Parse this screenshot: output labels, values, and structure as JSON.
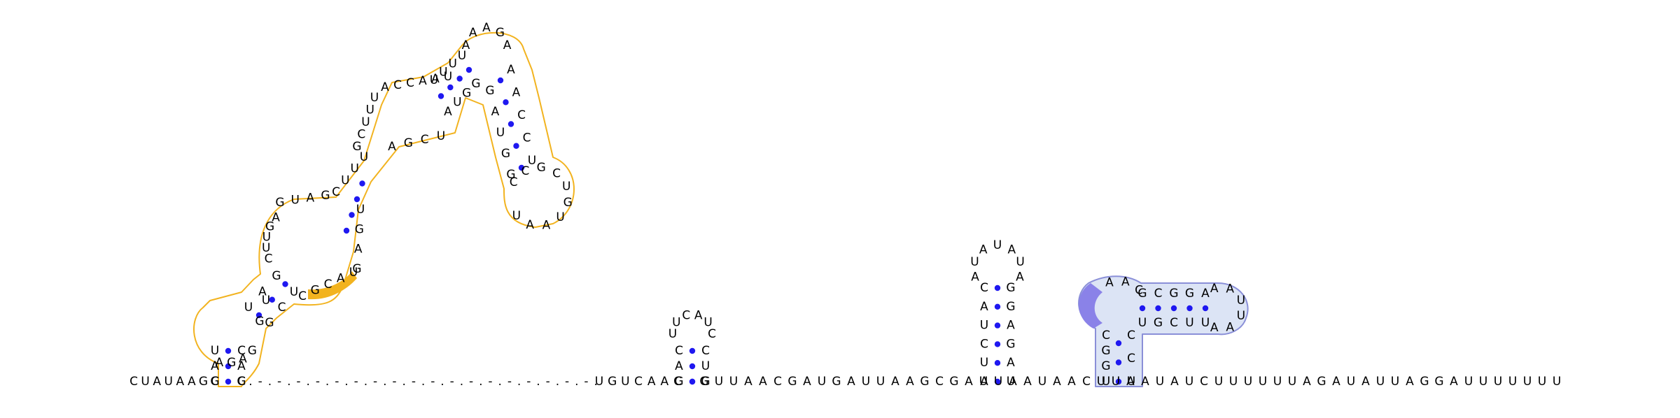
{
  "sequence": {
    "five_prime": "CUAUAAGC",
    "after_stem": "C",
    "gap_count": 37,
    "middle": "UGUCAAC",
    "tail": "GUUAACGAUGAUUAAGCGAUUAAUAACUUAAUAUCUUUUUUAGAUAUUAGGAUUUUUUU"
  },
  "loops": {
    "big_hairpin": {
      "stem1_left": "GAU",
      "stem1_right": "GAC",
      "int1_top": "AGAG",
      "int1_side": "GU",
      "stem2_left": "UAG",
      "stem2_right": "GCU",
      "bulge_bottom": "CGCAU",
      "ml_left": "CUUGA",
      "ml_top": "GUAG",
      "stem3_left": "CUUU",
      "stem3_right": "GAGU",
      "int3_bottom": "AGCU",
      "int3_left": "GCUUU",
      "int3_top": "ACCAAU",
      "stem4_left": "UUUU",
      "stem4_right": "AUGG",
      "apex": "AAAGA",
      "stem5_left": "AACCUGAUGG",
      "hairpin2": "CCGCUGUAAU"
    },
    "hp1": {
      "stem_left": "GAC",
      "stem_right": "GUC",
      "loop": "UUCAUC"
    },
    "hp2": {
      "stem_left": "AUCUAC",
      "stem_right": "UAGAGG",
      "loop": "AUAUAUA"
    },
    "hp3": {
      "stem_left": "UGGCUCU",
      "stem_right": "CCGGAAAUUA",
      "loop": "AAC"
    }
  },
  "colors": {
    "orange_outline": "#f2b31f",
    "orange_fill": "#f2b31f",
    "blue_outline": "#8a8fd8",
    "blue_fill": "#dce4f5",
    "purple_fill": "#8a82e8",
    "pair_dot": "#1f18f0"
  }
}
